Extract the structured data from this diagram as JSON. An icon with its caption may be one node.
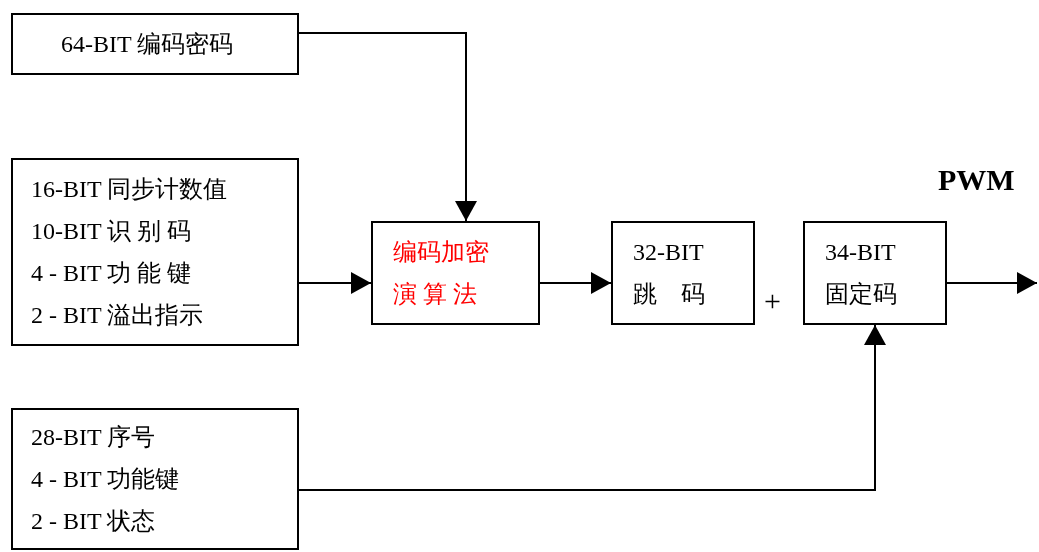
{
  "diagram": {
    "nodes": [
      {
        "text": [
          "64-BIT 编码密码"
        ]
      },
      {
        "text": [
          "16-BIT 同步计数值",
          "10-BIT 识 别 码",
          "4 - BIT 功 能 键",
          "2 - BIT 溢出指示"
        ]
      },
      {
        "text": [
          "编码加密",
          "演 算 法"
        ]
      },
      {
        "text": [
          "32-BIT",
          "跳　码"
        ]
      },
      {
        "text": [
          "34-BIT",
          "固定码"
        ]
      },
      {
        "text": [
          "28-BIT 序号",
          "4 - BIT 功能键",
          "2 - BIT 状态"
        ]
      }
    ],
    "edges": [
      {
        "from": 0,
        "to": 2,
        "arrow": "to"
      },
      {
        "from": 1,
        "to": 2,
        "arrow": "to"
      },
      {
        "from": 2,
        "to": 3,
        "arrow": "to"
      },
      {
        "from": 4,
        "to": null,
        "arrow": "to"
      },
      {
        "from": 5,
        "to": 4,
        "arrow": "to"
      }
    ],
    "labels": [
      "PWM",
      "+"
    ]
  }
}
